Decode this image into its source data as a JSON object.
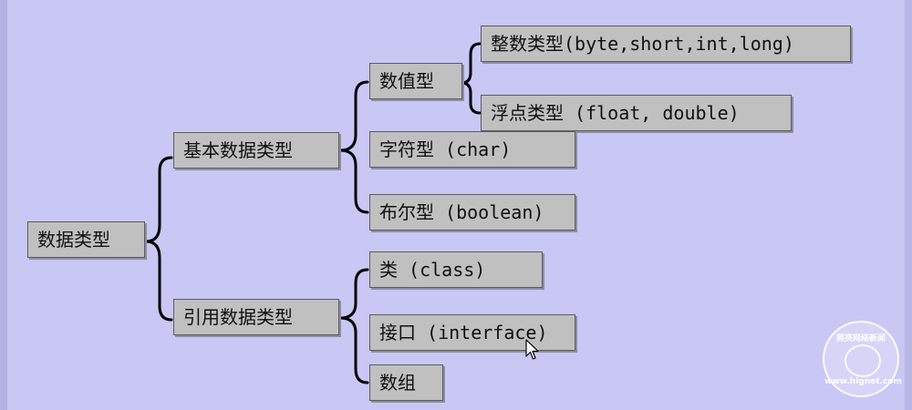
{
  "nodes": {
    "root": "数据类型",
    "primitive": "基本数据类型",
    "reference": "引用数据类型",
    "numeric": "数值型",
    "integer": "整数类型(byte,short,int,long)",
    "float": "浮点类型 (float, double)",
    "char": "字符型 (char)",
    "boolean": "布尔型 (boolean)",
    "class": "类 (class)",
    "interface": "接口 (interface)",
    "array": "数组"
  },
  "watermark": {
    "top_text": "照亮网络新闻",
    "url": "www.hignet.com"
  },
  "colors": {
    "background": "#c9c7f4",
    "node_fill": "#c0c0c0",
    "bracket": "#000000"
  }
}
